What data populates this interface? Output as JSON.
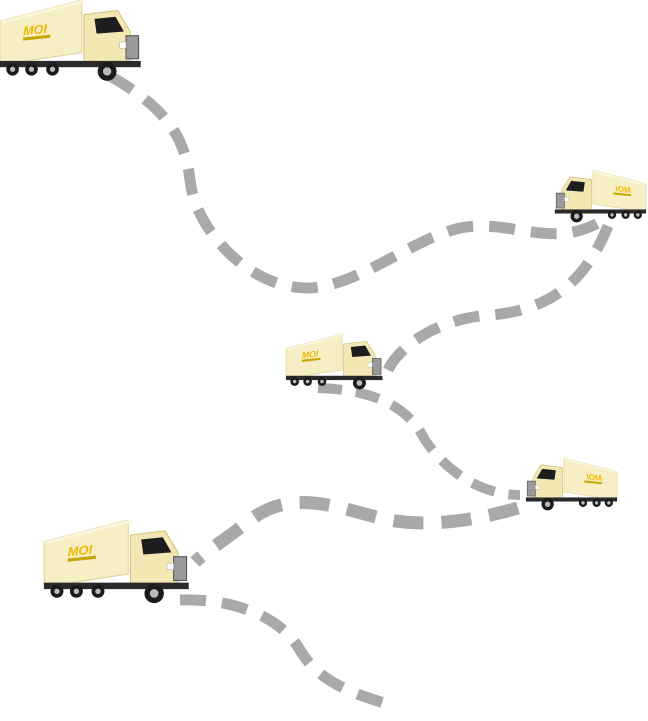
{
  "illustration": {
    "background": "#ffffff",
    "route_color": "#a9a9a9",
    "truck_body_color": "#f6efc6",
    "truck_cab_color": "#f3e7b4",
    "logo_text_color": "#f0b800",
    "logo_text": "MOI",
    "trucks": [
      {
        "name": "truck-top-left",
        "facing": "right"
      },
      {
        "name": "truck-right-upper",
        "facing": "left"
      },
      {
        "name": "truck-center",
        "facing": "right"
      },
      {
        "name": "truck-right-lower",
        "facing": "left"
      },
      {
        "name": "truck-bottom-left",
        "facing": "right"
      }
    ]
  }
}
